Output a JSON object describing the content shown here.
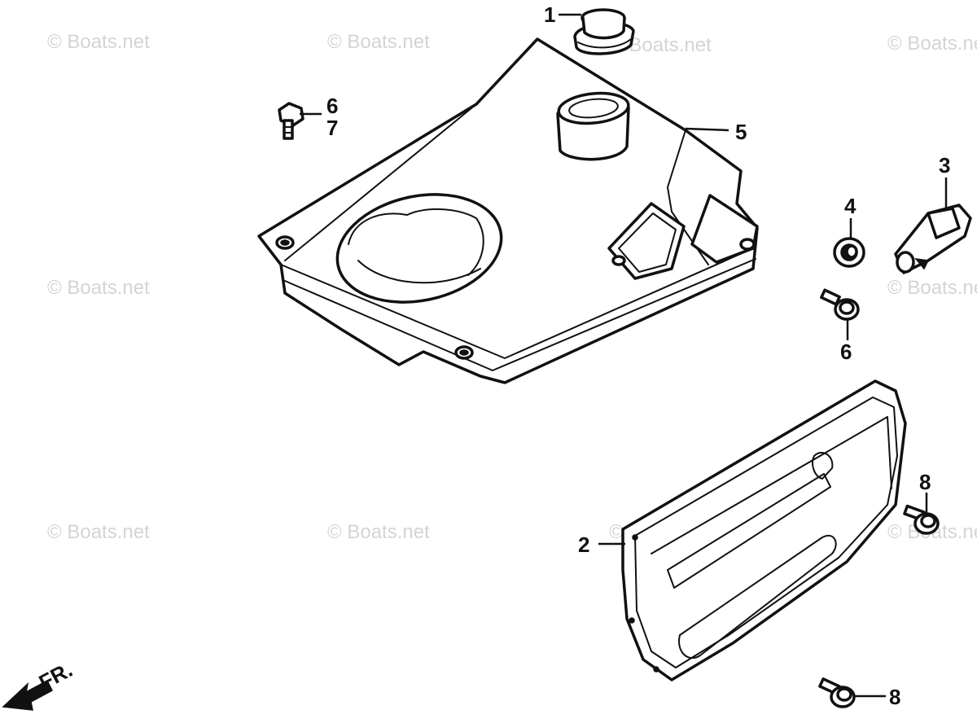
{
  "watermark": "© Boats.net",
  "labels": {
    "p1": "1",
    "p2": "2",
    "p3": "3",
    "p4": "4",
    "p5": "5",
    "p6a": "6",
    "p7": "7",
    "p6b": "6",
    "p8a": "8",
    "p8b": "8"
  },
  "direction": "FR."
}
